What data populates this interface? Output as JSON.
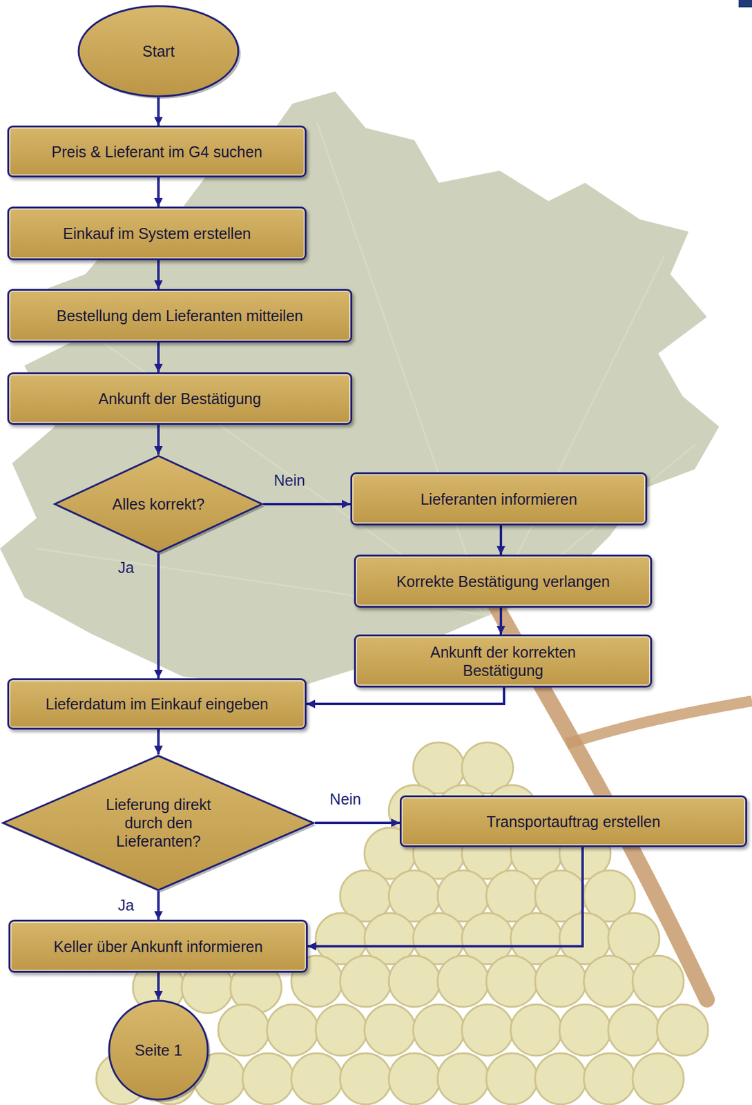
{
  "diagram": {
    "nodes": [
      {
        "text": [
          "Start"
        ]
      },
      {
        "text": [
          "Preis & Lieferant im G4 suchen"
        ]
      },
      {
        "text": [
          "Einkauf im System erstellen"
        ]
      },
      {
        "text": [
          "Bestellung dem Lieferanten mitteilen"
        ]
      },
      {
        "text": [
          "Ankunft der Bestätigung"
        ]
      },
      {
        "text": [
          "Alles korrekt?"
        ]
      },
      {
        "text": [
          "Lieferanten informieren"
        ]
      },
      {
        "text": [
          "Korrekte Bestätigung verlangen"
        ]
      },
      {
        "text": [
          "Ankunft der korrekten Bestätigung"
        ]
      },
      {
        "text": [
          "Lieferdatum im Einkauf eingeben"
        ]
      },
      {
        "text": [
          "Lieferung direkt durch den Lieferanten?"
        ]
      },
      {
        "text": [
          "Transportauftrag erstellen"
        ]
      },
      {
        "text": [
          "Keller über Ankunft informieren"
        ]
      },
      {
        "text": [
          "Seite 1"
        ]
      }
    ],
    "edges": [
      {
        "from": 0,
        "to": 1,
        "arrow": "to"
      },
      {
        "from": 1,
        "to": 2,
        "arrow": "to"
      },
      {
        "from": 2,
        "to": 3,
        "arrow": "to"
      },
      {
        "from": 3,
        "to": 4,
        "arrow": "to"
      },
      {
        "from": 4,
        "to": 5,
        "arrow": "to"
      },
      {
        "from": 5,
        "to": 6,
        "label": "Nein",
        "arrow": "to"
      },
      {
        "from": 5,
        "to": 9,
        "label": "Ja",
        "arrow": "to"
      },
      {
        "from": 6,
        "to": 7,
        "arrow": "to"
      },
      {
        "from": 7,
        "to": 8,
        "arrow": "to"
      },
      {
        "from": 8,
        "to": 9,
        "arrow": "to"
      },
      {
        "from": 9,
        "to": 10,
        "arrow": "to"
      },
      {
        "from": 10,
        "to": 11,
        "label": "Nein",
        "arrow": "to"
      },
      {
        "from": 10,
        "to": 12,
        "label": "Ja",
        "arrow": "to"
      },
      {
        "from": 11,
        "to": 12,
        "arrow": "to"
      },
      {
        "from": 12,
        "to": 13,
        "arrow": "to"
      }
    ]
  }
}
